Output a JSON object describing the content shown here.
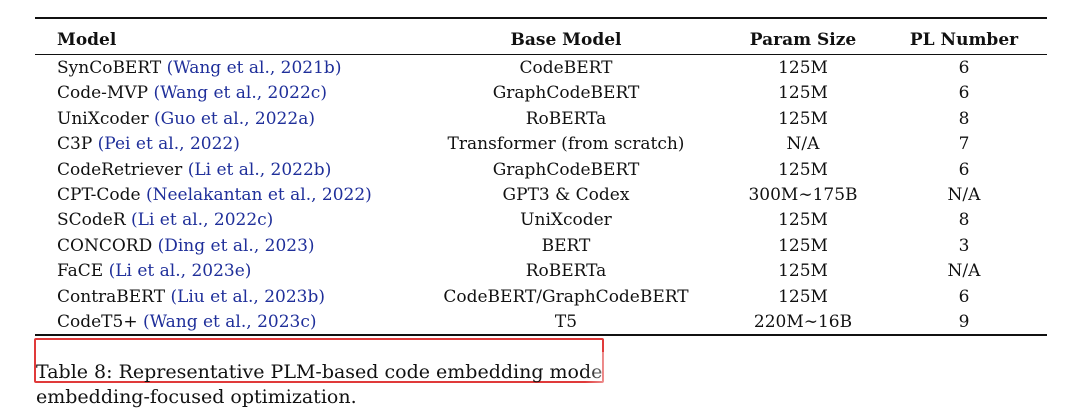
{
  "table": {
    "headers": {
      "model": "Model",
      "base_model": "Base Model",
      "param_size": "Param Size",
      "pl_number": "PL Number"
    },
    "rows": [
      {
        "model": "SynCoBERT",
        "cite": "(Wang et al., 2021b)",
        "base_model": "CodeBERT",
        "param_size": "125M",
        "pl_number": "6"
      },
      {
        "model": "Code-MVP",
        "cite": "(Wang et al., 2022c)",
        "base_model": "GraphCodeBERT",
        "param_size": "125M",
        "pl_number": "6"
      },
      {
        "model": "UniXcoder",
        "cite": "(Guo et al., 2022a)",
        "base_model": "RoBERTa",
        "param_size": "125M",
        "pl_number": "8"
      },
      {
        "model": "C3P",
        "cite": "(Pei et al., 2022)",
        "base_model": "Transformer (from scratch)",
        "param_size": "N/A",
        "pl_number": "7"
      },
      {
        "model": "CodeRetriever",
        "cite": "(Li et al., 2022b)",
        "base_model": "GraphCodeBERT",
        "param_size": "125M",
        "pl_number": "6"
      },
      {
        "model": "CPT-Code",
        "cite": "(Neelakantan et al., 2022)",
        "base_model": "GPT3 & Codex",
        "param_size": "300M∼175B",
        "pl_number": "N/A"
      },
      {
        "model": "SCodeR",
        "cite": "(Li et al., 2022c)",
        "base_model": "UniXcoder",
        "param_size": "125M",
        "pl_number": "8"
      },
      {
        "model": "CONCORD",
        "cite": "(Ding et al., 2023)",
        "base_model": "BERT",
        "param_size": "125M",
        "pl_number": "3"
      },
      {
        "model": "FaCE",
        "cite": "(Li et al., 2023e)",
        "base_model": "RoBERTa",
        "param_size": "125M",
        "pl_number": "N/A"
      },
      {
        "model": "ContraBERT",
        "cite": "(Liu et al., 2023b)",
        "base_model": "CodeBERT/GraphCodeBERT",
        "param_size": "125M",
        "pl_number": "6"
      },
      {
        "model": "CodeT5+",
        "cite": "(Wang et al., 2023c)",
        "base_model": "T5",
        "param_size": "220M∼16B",
        "pl_number": "9"
      }
    ]
  },
  "caption": {
    "line1": "Table 8: Representative PLM-based code embedding mode",
    "line2": "embedding-focused optimization."
  },
  "colors": {
    "citation": "#1f2f9a",
    "highlight_box": "#e03a3a"
  }
}
